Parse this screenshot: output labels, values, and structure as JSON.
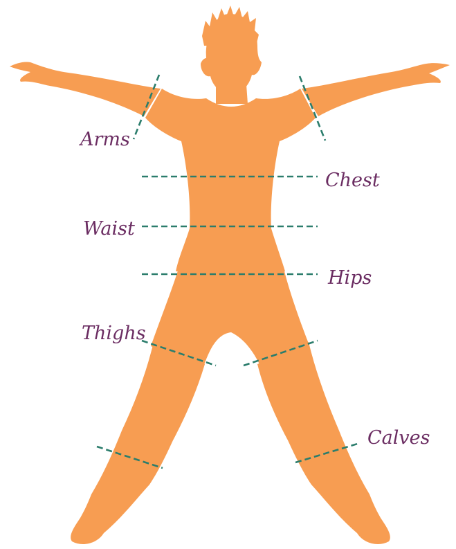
{
  "labels": {
    "arms": "Arms",
    "chest": "Chest",
    "waist": "Waist",
    "hips": "Hips",
    "thighs": "Thighs",
    "calves": "Calves"
  },
  "colors": {
    "body": "#f79d52",
    "measure_line": "#2b7d6c",
    "label_text": "#6b2d62"
  }
}
